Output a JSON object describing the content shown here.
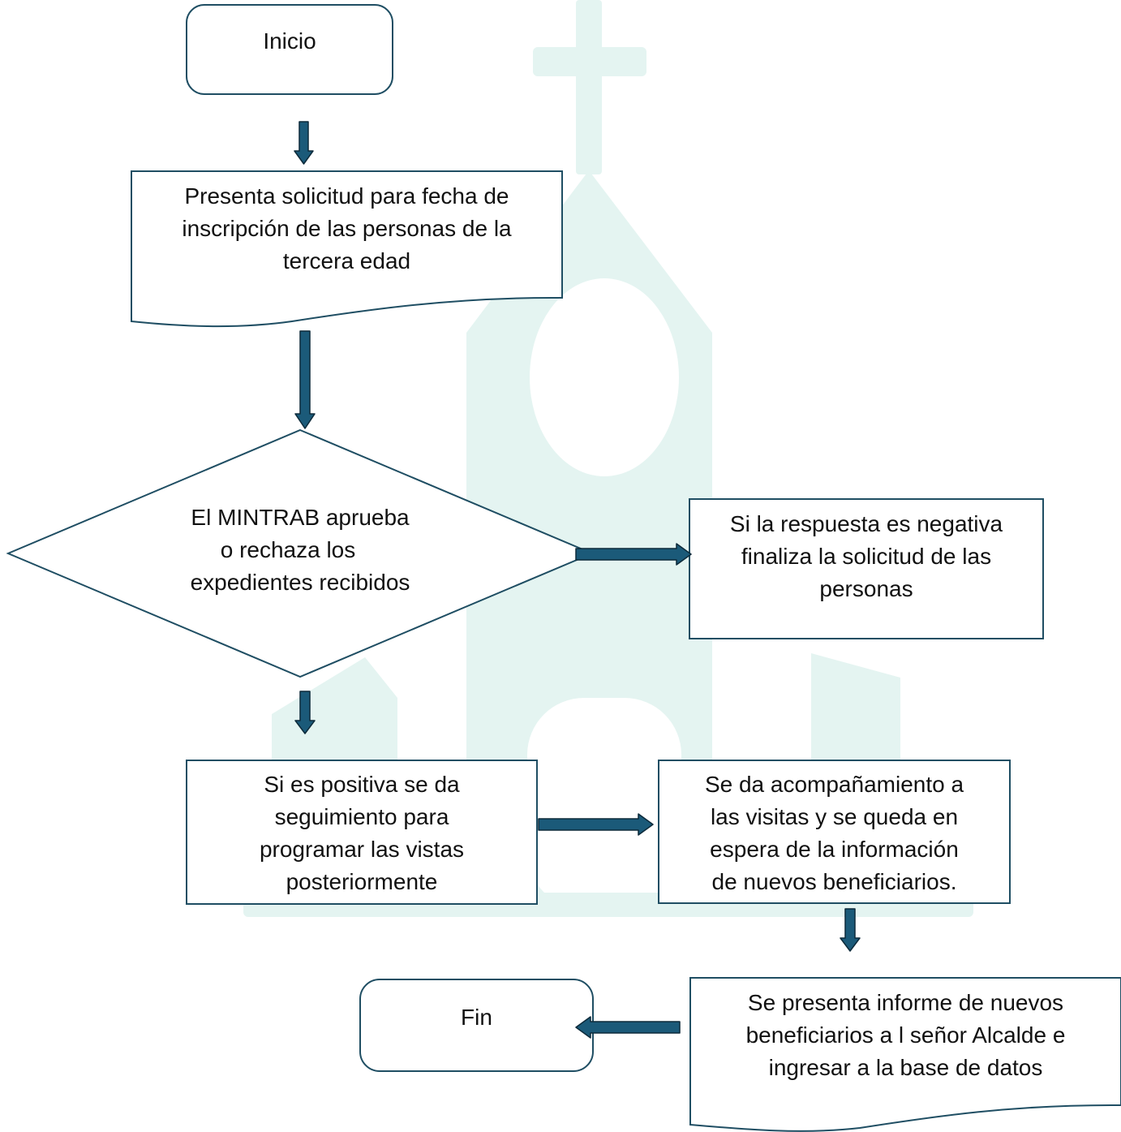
{
  "colors": {
    "outline": "#1f4e63",
    "arrow_fill": "#1b5a79",
    "arrow_stroke": "#0d2a3a",
    "watermark": "#e4f4f1",
    "text": "#111111"
  },
  "watermark_icon": "church-icon",
  "nodes": {
    "start": {
      "lines": [
        "Inicio"
      ]
    },
    "request": {
      "lines": [
        "Presenta solicitud para fecha de",
        "inscripción de las personas de la",
        "tercera edad"
      ]
    },
    "decision": {
      "lines": [
        "El MINTRAB aprueba",
        "o rechaza los",
        "expedientes recibidos"
      ]
    },
    "negative": {
      "lines": [
        "Si la respuesta es negativa",
        "finaliza la solicitud de las",
        "personas"
      ]
    },
    "positive": {
      "lines": [
        "Si es positiva se da",
        "seguimiento para",
        "programar las vistas",
        "posteriormente"
      ]
    },
    "accompany": {
      "lines": [
        "Se da acompañamiento a",
        "las visitas y se queda en",
        "espera de la información",
        "de nuevos beneficiarios."
      ]
    },
    "report": {
      "lines": [
        "Se presenta informe de nuevos",
        "beneficiarios a l señor Alcalde e",
        "ingresar a la base de datos"
      ]
    },
    "end": {
      "lines": [
        "Fin"
      ]
    }
  }
}
